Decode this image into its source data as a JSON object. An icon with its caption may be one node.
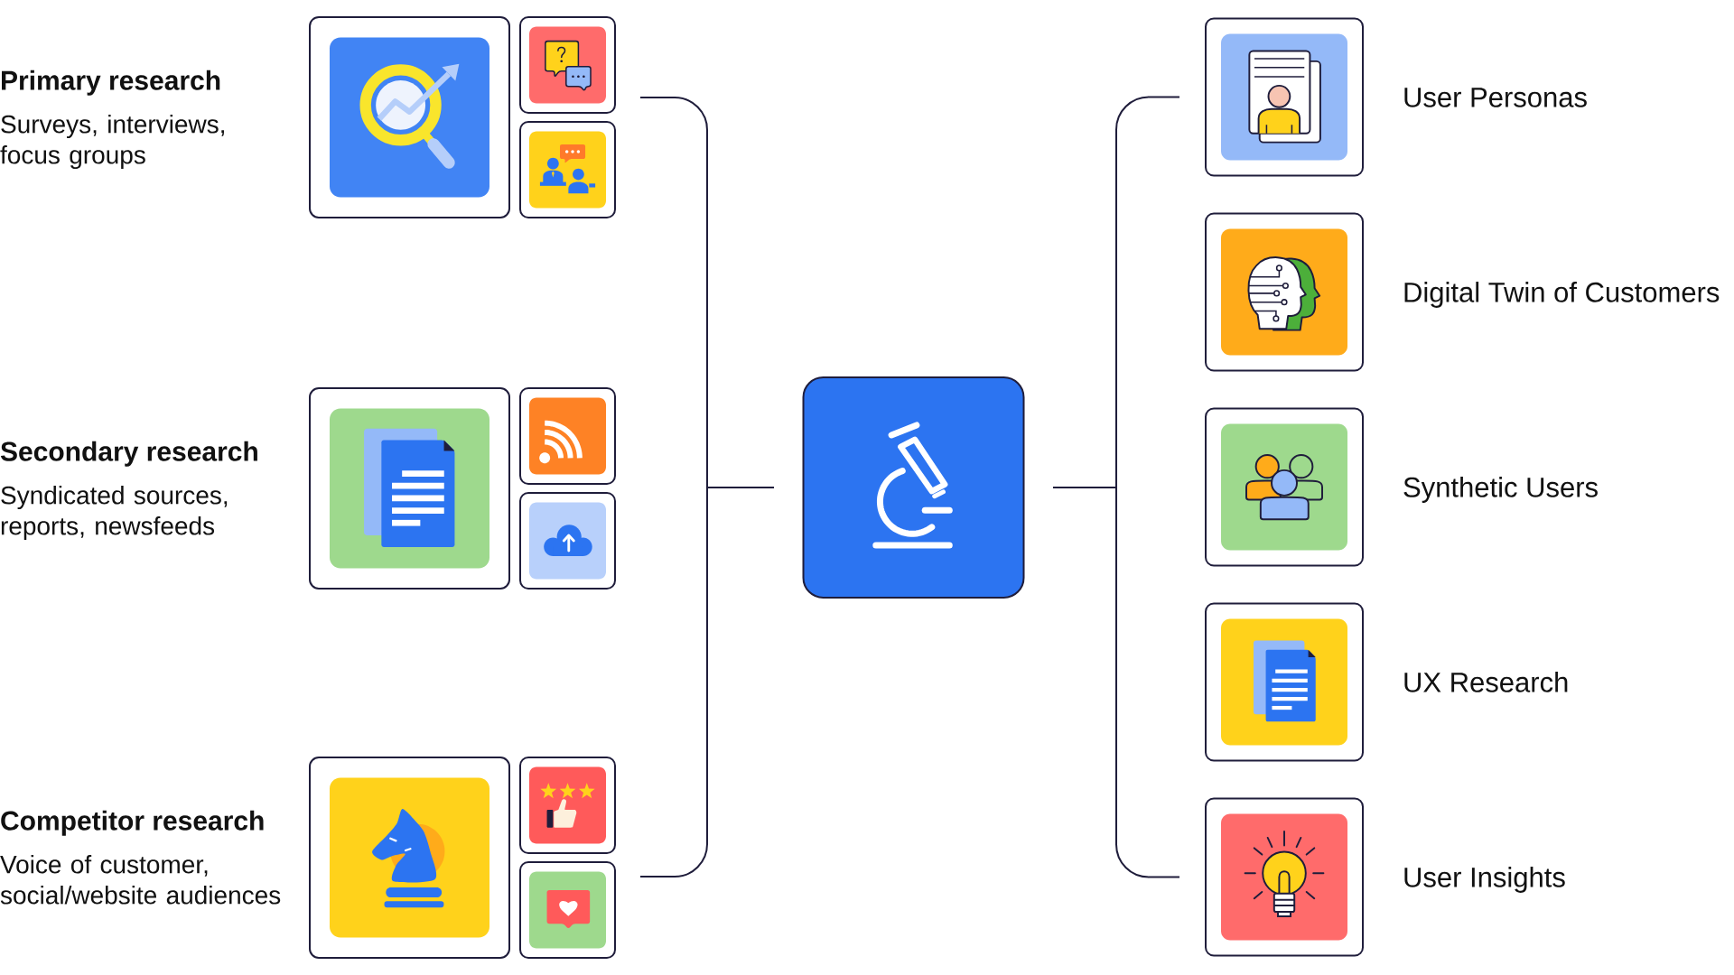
{
  "diagram": {
    "nodes": [
      {
        "text": [],
        "shape": "picture",
        "beside": [
          "Primary research",
          "Surveys, interviews, focus groups"
        ]
      },
      {
        "text": [],
        "shape": "picture"
      },
      {
        "text": [],
        "shape": "picture"
      },
      {
        "text": [],
        "shape": "picture",
        "beside": [
          "Secondary research",
          "Syndicated sources, reports, newsfeeds"
        ]
      },
      {
        "text": [],
        "shape": "picture"
      },
      {
        "text": [],
        "shape": "picture"
      },
      {
        "text": [],
        "shape": "picture",
        "beside": [
          "Competitor research",
          "Voice of customer, social/website audiences"
        ]
      },
      {
        "text": [],
        "shape": "picture"
      },
      {
        "text": [],
        "shape": "picture"
      },
      {
        "text": [],
        "shape": "picture"
      },
      {
        "text": [],
        "shape": "picture",
        "beside": [
          "User Personas"
        ]
      },
      {
        "text": [],
        "shape": "picture",
        "beside": [
          "Digital Twin of Customers"
        ]
      },
      {
        "text": [],
        "shape": "picture",
        "beside": [
          "Synthetic Users"
        ]
      },
      {
        "text": [],
        "shape": "picture",
        "beside": [
          "UX Research"
        ]
      },
      {
        "text": [],
        "shape": "picture",
        "beside": [
          "User Insights"
        ]
      }
    ],
    "edges": [
      {
        "from": 1,
        "to": 9,
        "arrow": "none"
      },
      {
        "from": 8,
        "to": 9,
        "arrow": "none"
      },
      {
        "from": 9,
        "to": 10,
        "arrow": "none"
      },
      {
        "from": 9,
        "to": 14,
        "arrow": "none"
      }
    ]
  }
}
